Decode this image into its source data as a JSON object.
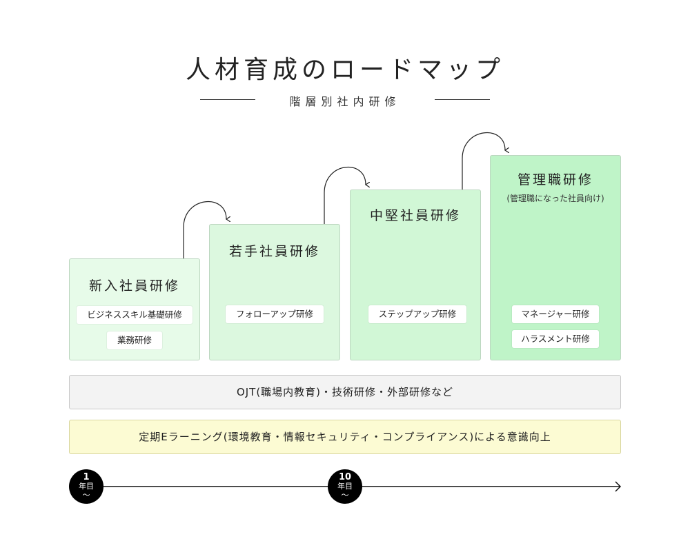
{
  "header": {
    "title": "人材育成のロードマップ",
    "subtitle": "階層別社内研修"
  },
  "stages": [
    {
      "title": "新入社員研修",
      "note": "",
      "color": "#e7fbe9",
      "chips": [
        "ビジネススキル基礎研修",
        "業務研修"
      ]
    },
    {
      "title": "若手社員研修",
      "note": "",
      "color": "#dcf8df",
      "chips": [
        "フォローアップ研修"
      ]
    },
    {
      "title": "中堅社員研修",
      "note": "",
      "color": "#d1f7d6",
      "chips": [
        "ステップアップ研修"
      ]
    },
    {
      "title": "管理職研修",
      "note": "(管理職になった社員向け)",
      "color": "#bff4c8",
      "chips": [
        "マネージャー研修",
        "ハラスメント研修"
      ]
    }
  ],
  "bands": [
    {
      "text": "OJT(職場内教育)・技術研修・外部研修など",
      "color": "#f3f3f3"
    },
    {
      "text": "定期Eラーニング(環境教育・情報セキュリティ・コンプライアンス)による意識向上",
      "color": "#fcfbd3"
    }
  ],
  "timeline": {
    "markers": [
      {
        "num": "1",
        "unit": "年目",
        "tilde": "〜"
      },
      {
        "num": "10",
        "unit": "年目",
        "tilde": "〜"
      }
    ]
  }
}
